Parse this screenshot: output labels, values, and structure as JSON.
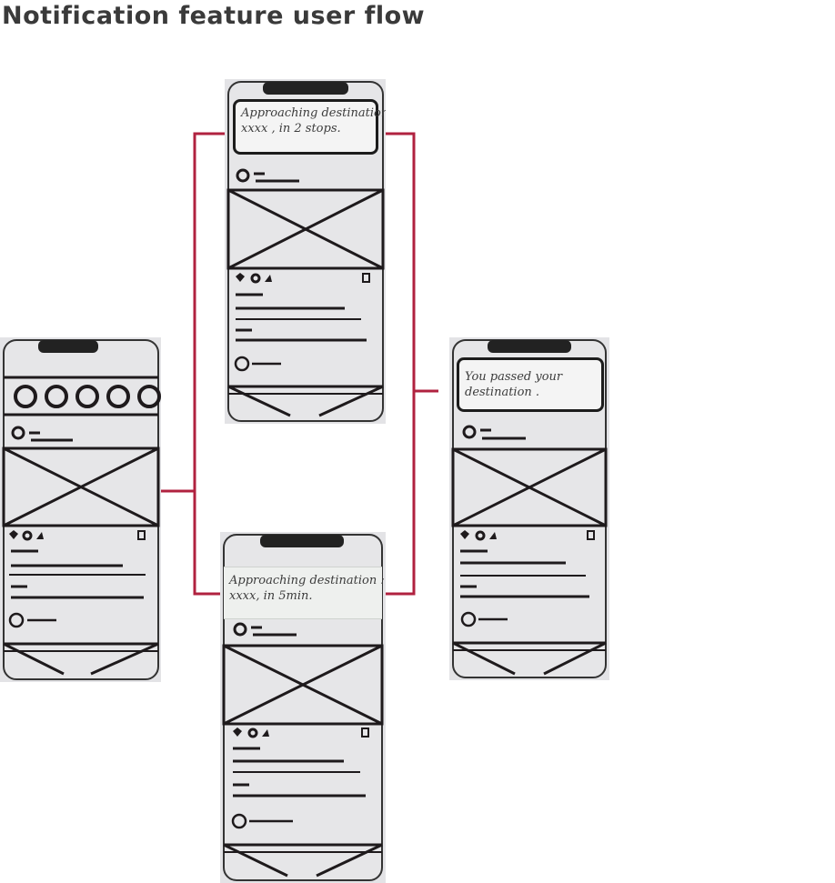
{
  "title": "Notification feature user flow",
  "screens": [
    {
      "id": "home",
      "variant": "home-feed",
      "notification": null
    },
    {
      "id": "stops",
      "variant": "notification-feed",
      "notification": {
        "line1": "Approaching destination:",
        "line2": "xxxx , in 2 stops."
      }
    },
    {
      "id": "minutes",
      "variant": "notification-feed",
      "notification": {
        "line1": "Approaching destination :",
        "line2": "xxxx, in 5min."
      }
    },
    {
      "id": "passed",
      "variant": "notification-feed",
      "notification": {
        "line1": "You passed your",
        "line2": "destination ."
      }
    }
  ],
  "flow": [
    {
      "from": "home",
      "to": "stops"
    },
    {
      "from": "home",
      "to": "minutes"
    },
    {
      "from": "stops",
      "to": "passed"
    },
    {
      "from": "minutes",
      "to": "passed"
    }
  ],
  "colors": {
    "connector": "#b0223f",
    "ink": "#1e1a1c",
    "paper": "#e3e3e6"
  }
}
